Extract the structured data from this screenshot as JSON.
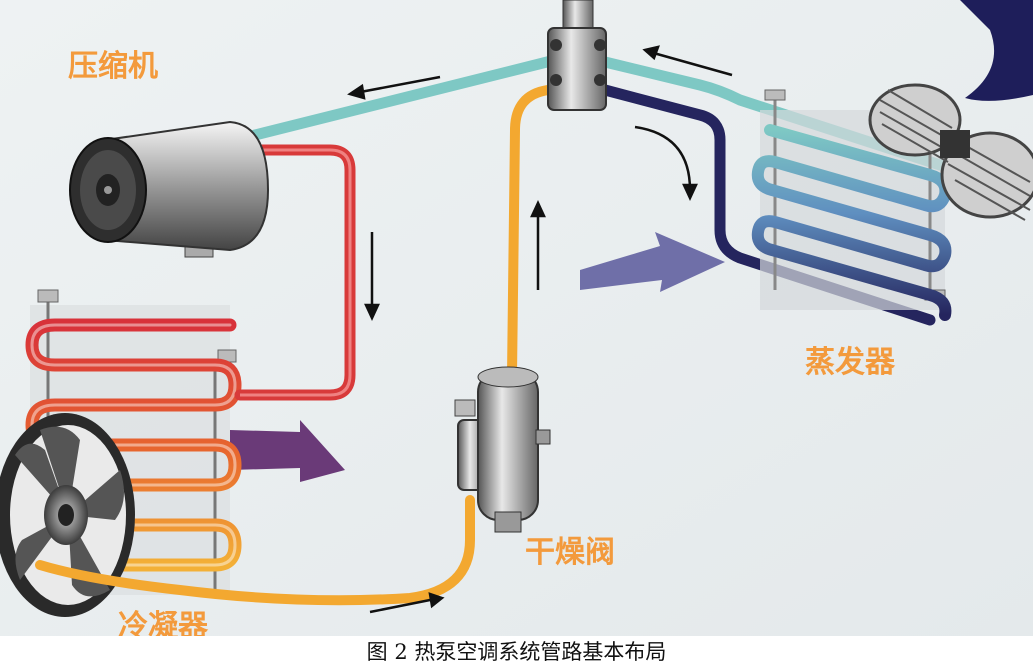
{
  "diagram": {
    "labels": {
      "compressor": "压缩机",
      "evaporator": "蒸发器",
      "dryer_valve": "干燥阀",
      "condenser": "冷凝器"
    },
    "caption": "图 2 热泵空调系统管路基本布局"
  },
  "colors": {
    "label_orange": "#f39a3c",
    "hot_pipe_red": "#d83a3a",
    "liquid_pipe_yellow": "#f3a830",
    "suction_pipe_cyan": "#7ec8c4",
    "evaporator_pipe_navy": "#25255e",
    "airflow_purple": "#6a3a78",
    "airflow_blue": "#6f6fa8"
  },
  "icons": [
    "compressor-icon",
    "condenser-icon",
    "fan-icon",
    "dryer-valve-icon",
    "evaporator-icon",
    "blower-icon",
    "four-way-valve-icon"
  ]
}
